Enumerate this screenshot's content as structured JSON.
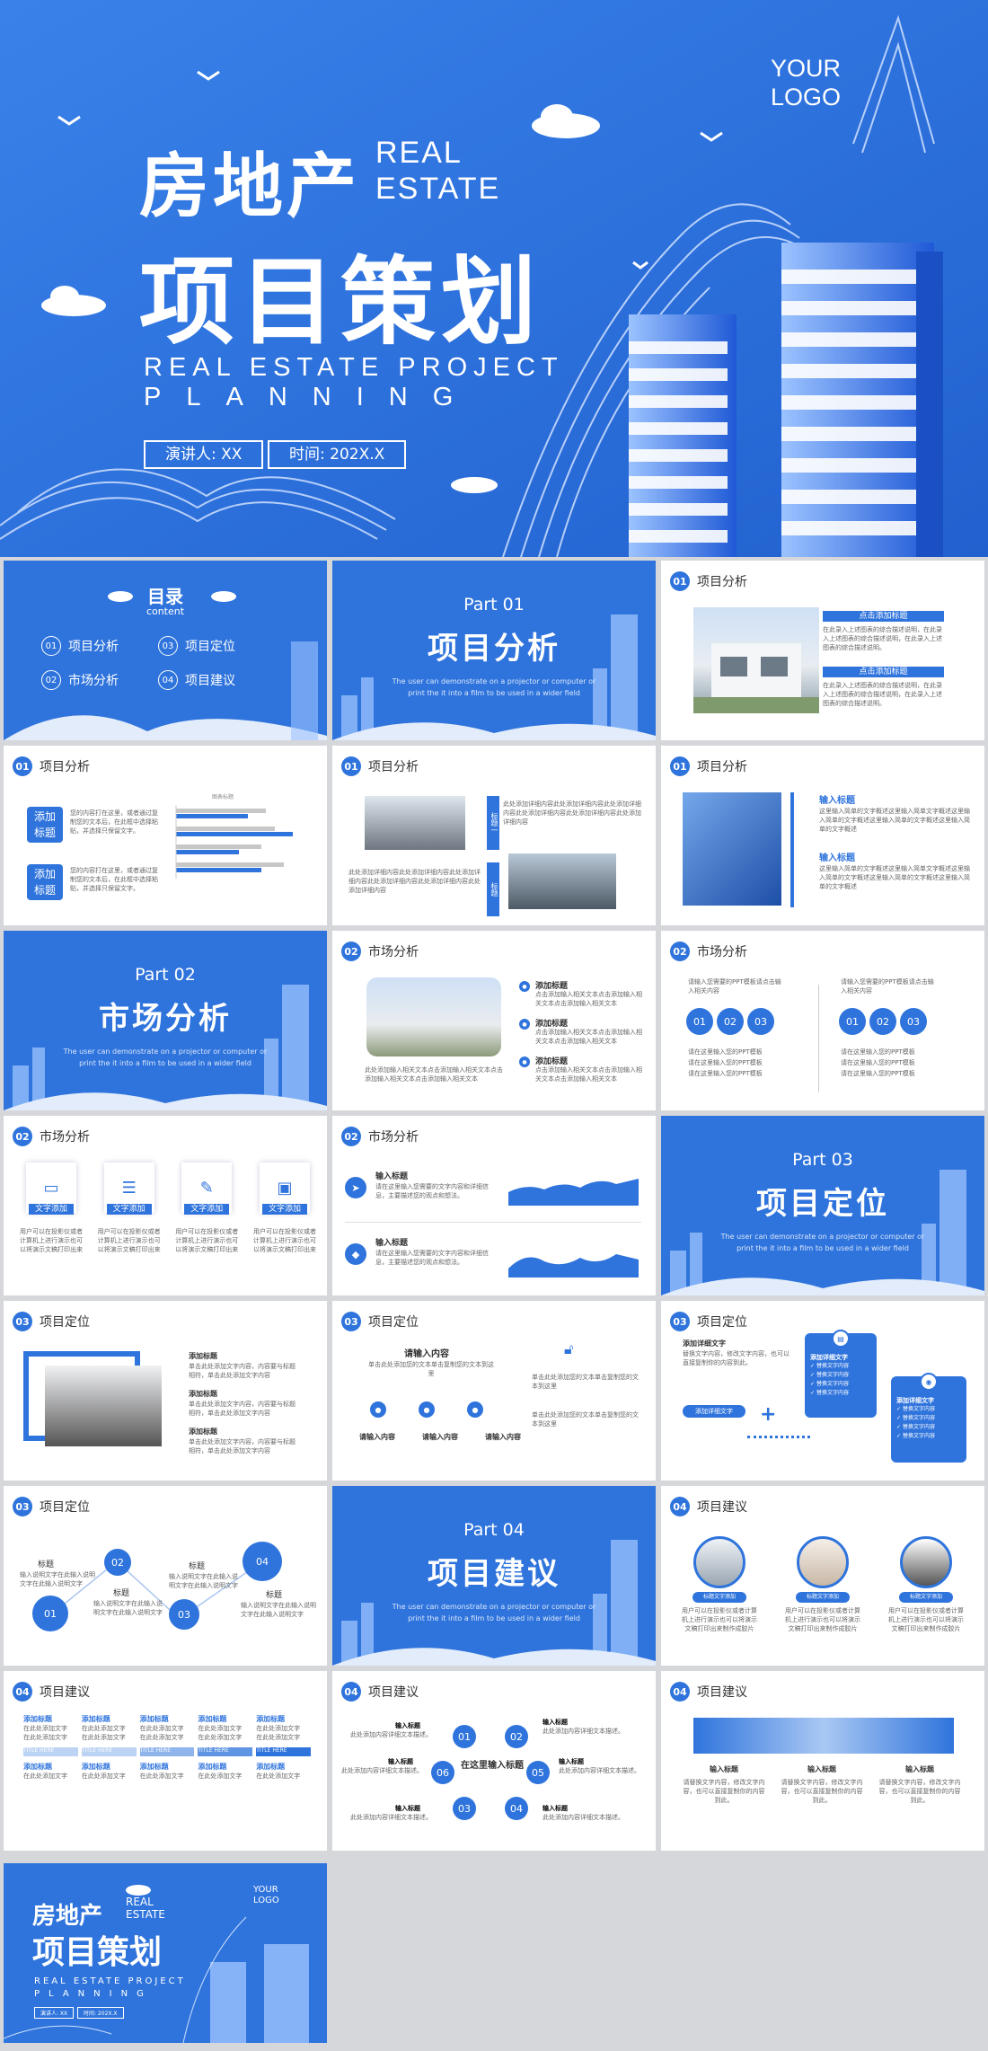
{
  "cover": {
    "title_cn": "房地产",
    "title_en_1": "REAL",
    "title_en_2": "ESTATE",
    "subtitle_cn": "项目策划",
    "en_line1": "REAL ESTATE PROJECT",
    "en_line2": "PLANNING",
    "presenter": "演讲人: XX",
    "time": "时间: 202X.X",
    "logo_1": "YOUR",
    "logo_2": "LOGO"
  },
  "toc": {
    "title": "目录",
    "sub": "content",
    "items": [
      {
        "n": "01",
        "t": "项目分析"
      },
      {
        "n": "03",
        "t": "项目定位"
      },
      {
        "n": "02",
        "t": "市场分析"
      },
      {
        "n": "04",
        "t": "项目建议"
      }
    ]
  },
  "parts": [
    {
      "n": "Part 01",
      "t": "项目分析"
    },
    {
      "n": "Part 02",
      "t": "市场分析"
    },
    {
      "n": "Part 03",
      "t": "项目定位"
    },
    {
      "n": "Part 04",
      "t": "项目建议"
    }
  ],
  "part_desc": "The user can demonstrate on a projector or computer or print the it into a film to be used in a wider field",
  "sections": [
    {
      "n": "01",
      "t": "项目分析"
    },
    {
      "n": "02",
      "t": "市场分析"
    },
    {
      "n": "03",
      "t": "项目定位"
    },
    {
      "n": "04",
      "t": "项目建议"
    }
  ],
  "s1": {
    "tag": "点击添加标题",
    "body": "在此录入上述图表的综合描述说明，在此录入上述图表的综合描述说明，在此录入上述图表的综合描述说明。"
  },
  "s4": {
    "tag1": "添加",
    "tag2": "标题",
    "body": "您的内容打在这里，或者通过复制您的文本后，在此框中选择粘贴，并选择只保留文字。",
    "chart_title": "图表标题"
  },
  "s5": {
    "side": "标题一",
    "side2": "标题",
    "body": "此处添加详细内容此处添加详细内容此处添加详细内容此处添加详细内容此处添加详细内容此处添加详细内容"
  },
  "s6": {
    "h": "输入标题",
    "body": "这里输入简单的文字概述这里输入简单文字概述这里输入简单的文字概述这里输入简单的文字概述这里输入简单的文字概述"
  },
  "s8": {
    "h": "添加标题",
    "body": "点击添加输入相关文本点击添加输入相关文本点击添加输入相关文本",
    "body2": "此处添加输入相关文本点击添加输入相关文本点击添加输入相关文本点击添加输入相关文本"
  },
  "s9": {
    "body": "请输入您需要的PPT模板请点击输入相关内容",
    "c1": "01",
    "c2": "02",
    "c3": "03",
    "li": "请在这里输入您的PPT模板"
  },
  "s10": {
    "items": [
      "文字添加",
      "文字添加",
      "文字添加",
      "文字添加"
    ],
    "body": "用户可以在投影仪或者计算机上进行演示也可以将演示文稿打印出来"
  },
  "s11": {
    "h": "输入标题",
    "body": "请在这里输入您需要的文字内容和详细信息，主要描述您的观点和想法。"
  },
  "s13": {
    "h": "添加标题",
    "body": "单击此处添加文字内容，内容要与标题相符，单击此处添加文字内容"
  },
  "s14": {
    "h": "请输入内容",
    "body": "单击此处添加您的文本单击复制您的文本到这里",
    "items": [
      "请输入内容",
      "请输入内容",
      "请输入内容"
    ],
    "right": "单击此处添加您的文本单击复制您的文本到这里"
  },
  "s15": {
    "h": "添加详细文字",
    "pill": "添加详细文字",
    "card": "添加详细文字",
    "li": "替换文字内容",
    "body": "替换文字内容，修改文字内容，也可以直接复制你的内容到此。"
  },
  "s16": {
    "labels": [
      "标题",
      "标题",
      "标题",
      "标题"
    ],
    "nums": [
      "01",
      "02",
      "03",
      "04"
    ],
    "body": "输入说明文字在此输入说明文字在此输入说明文字"
  },
  "s18": {
    "pill": "标题文字添加",
    "body": "用户可以在投影仪或者计算机上进行演示也可以将演示文稿打印出来制作成胶片"
  },
  "s19": {
    "h": "添加标题",
    "body": "在此处添加文字",
    "band": "TITLE HERE"
  },
  "s20": {
    "center": "在这里输入标题",
    "h": "输入标题",
    "body": "此处添加内容详细文本描述。",
    "nums": [
      "01",
      "02",
      "03",
      "04",
      "05",
      "06"
    ]
  },
  "s21": {
    "h": "输入标题",
    "body": "请替换文字内容，修改文字内容，也可以直接复制你的内容到此。"
  },
  "end": {
    "title_cn": "房地产",
    "en1": "REAL",
    "en2": "ESTATE",
    "sub": "项目策划",
    "en_line1": "REAL ESTATE PROJECT",
    "en_line2": "PLANNING",
    "logo1": "YOUR",
    "logo2": "LOGO",
    "presenter": "演讲人: XX",
    "time": "时间: 202X.X"
  }
}
